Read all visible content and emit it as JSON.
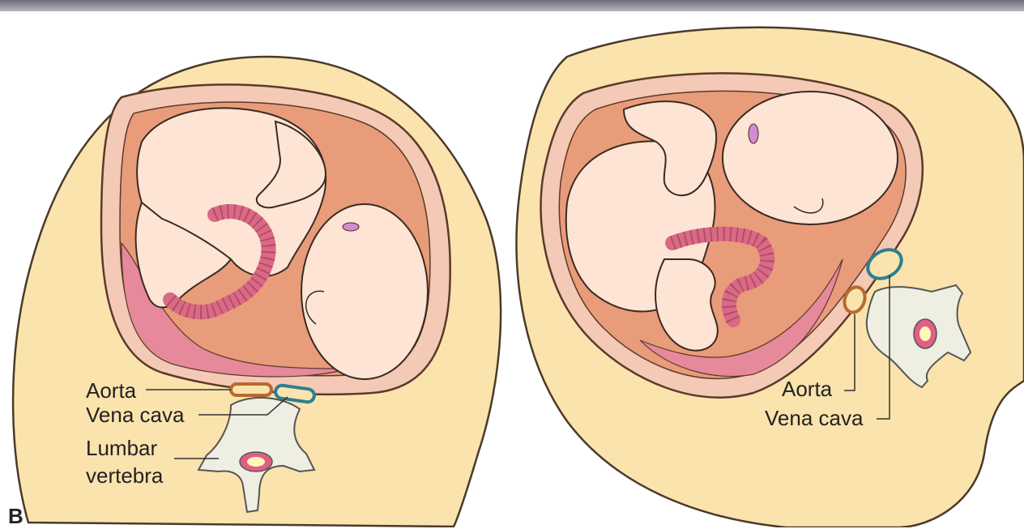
{
  "panel_letter": "B",
  "left_figure": {
    "labels": {
      "aorta": "Aorta",
      "vena_cava": "Vena cava",
      "lumbar_vertebra_line1": "Lumbar",
      "lumbar_vertebra_line2": "vertebra"
    }
  },
  "right_figure": {
    "labels": {
      "aorta": "Aorta",
      "vena_cava": "Vena cava"
    }
  },
  "colors": {
    "abdomen": "#fbe3ad",
    "uterus_wall": "#f4c9b5",
    "uterus_inner": "#e99c7a",
    "fetus_skin": "#fde4d4",
    "umbilical_cord": "#d96a86",
    "aorta": "#b86a2e",
    "vena_cava": "#2d7f92",
    "vertebra": "#eeeee2"
  }
}
